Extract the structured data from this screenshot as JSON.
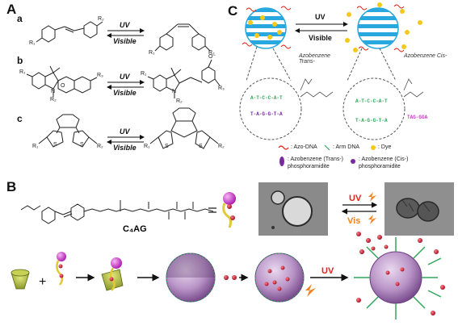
{
  "panels": {
    "A": "A",
    "B": "B",
    "C": "C"
  },
  "subpanels": {
    "a": "a",
    "b": "b",
    "c": "c"
  },
  "arrows": {
    "uv": "UV",
    "visible": "Visible",
    "uv_b": "UV",
    "vis_b": "Vis",
    "uv_c": "UV",
    "visible_c": "Visible"
  },
  "molecule_labels": {
    "a_left_r2": "R₂",
    "a_left_r1": "R₁",
    "a_right_r1": "R₁",
    "a_right_r2": "R₂",
    "b_left_r1": "R₁",
    "b_left_r2": "R₂",
    "b_left_r3": "R₃",
    "b_right_r1": "R₁",
    "b_right_r2": "R₂",
    "b_right_r3": "R₃",
    "c_left_r1": "R₁",
    "c_left_r2": "R₂",
    "c_right_r1": "R₁",
    "c_right_r2": "R₂",
    "s": "S",
    "n": "N",
    "o": "O",
    "o_minus": "O⁻",
    "n_plus": "N"
  },
  "c4ag": "C₄AG",
  "azo_tags": {
    "trans": "Azobenzene Trans-",
    "cis": "Azobenzene Cis-"
  },
  "dna": {
    "seq1": "A-T-C-C-A-T",
    "seq2": "T-A-G-G-T-A",
    "seq3": "TAG-GGA"
  },
  "legend": {
    "azo_dna": ": Azo-DNA",
    "arm_dna": ": Arm DNA",
    "dye": ": Dye",
    "trans": ": Azobenzene  (Trans-)",
    "cis": ": Azobenzene  (Cis-)",
    "phos1": "phosphoramidite",
    "phos2": "phosphoramidite"
  },
  "colors": {
    "blue": "#29a8e0",
    "yellow": "#f7c81c",
    "red": "#e0261b",
    "green": "#2fa85a",
    "purple": "#7a2a9c",
    "magenta": "#c73bc7",
    "orange": "#f5821f",
    "dark_red": "#a8102c"
  }
}
